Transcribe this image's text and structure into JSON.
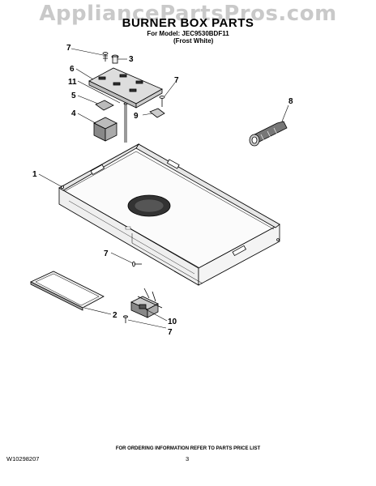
{
  "watermark": "AppliancePartsPros.com",
  "header": {
    "title": "BURNER BOX PARTS",
    "model_line": "For Model: JEC9530BDF11",
    "color_line": "(Frost White)"
  },
  "callouts": [
    "7",
    "3",
    "6",
    "11",
    "5",
    "4",
    "7",
    "9",
    "8",
    "1",
    "7",
    "2",
    "10",
    "7"
  ],
  "footer": {
    "note": "FOR ORDERING INFORMATION REFER TO PARTS PRICE LIST",
    "doc_number": "W10298207",
    "page_number": "3"
  }
}
